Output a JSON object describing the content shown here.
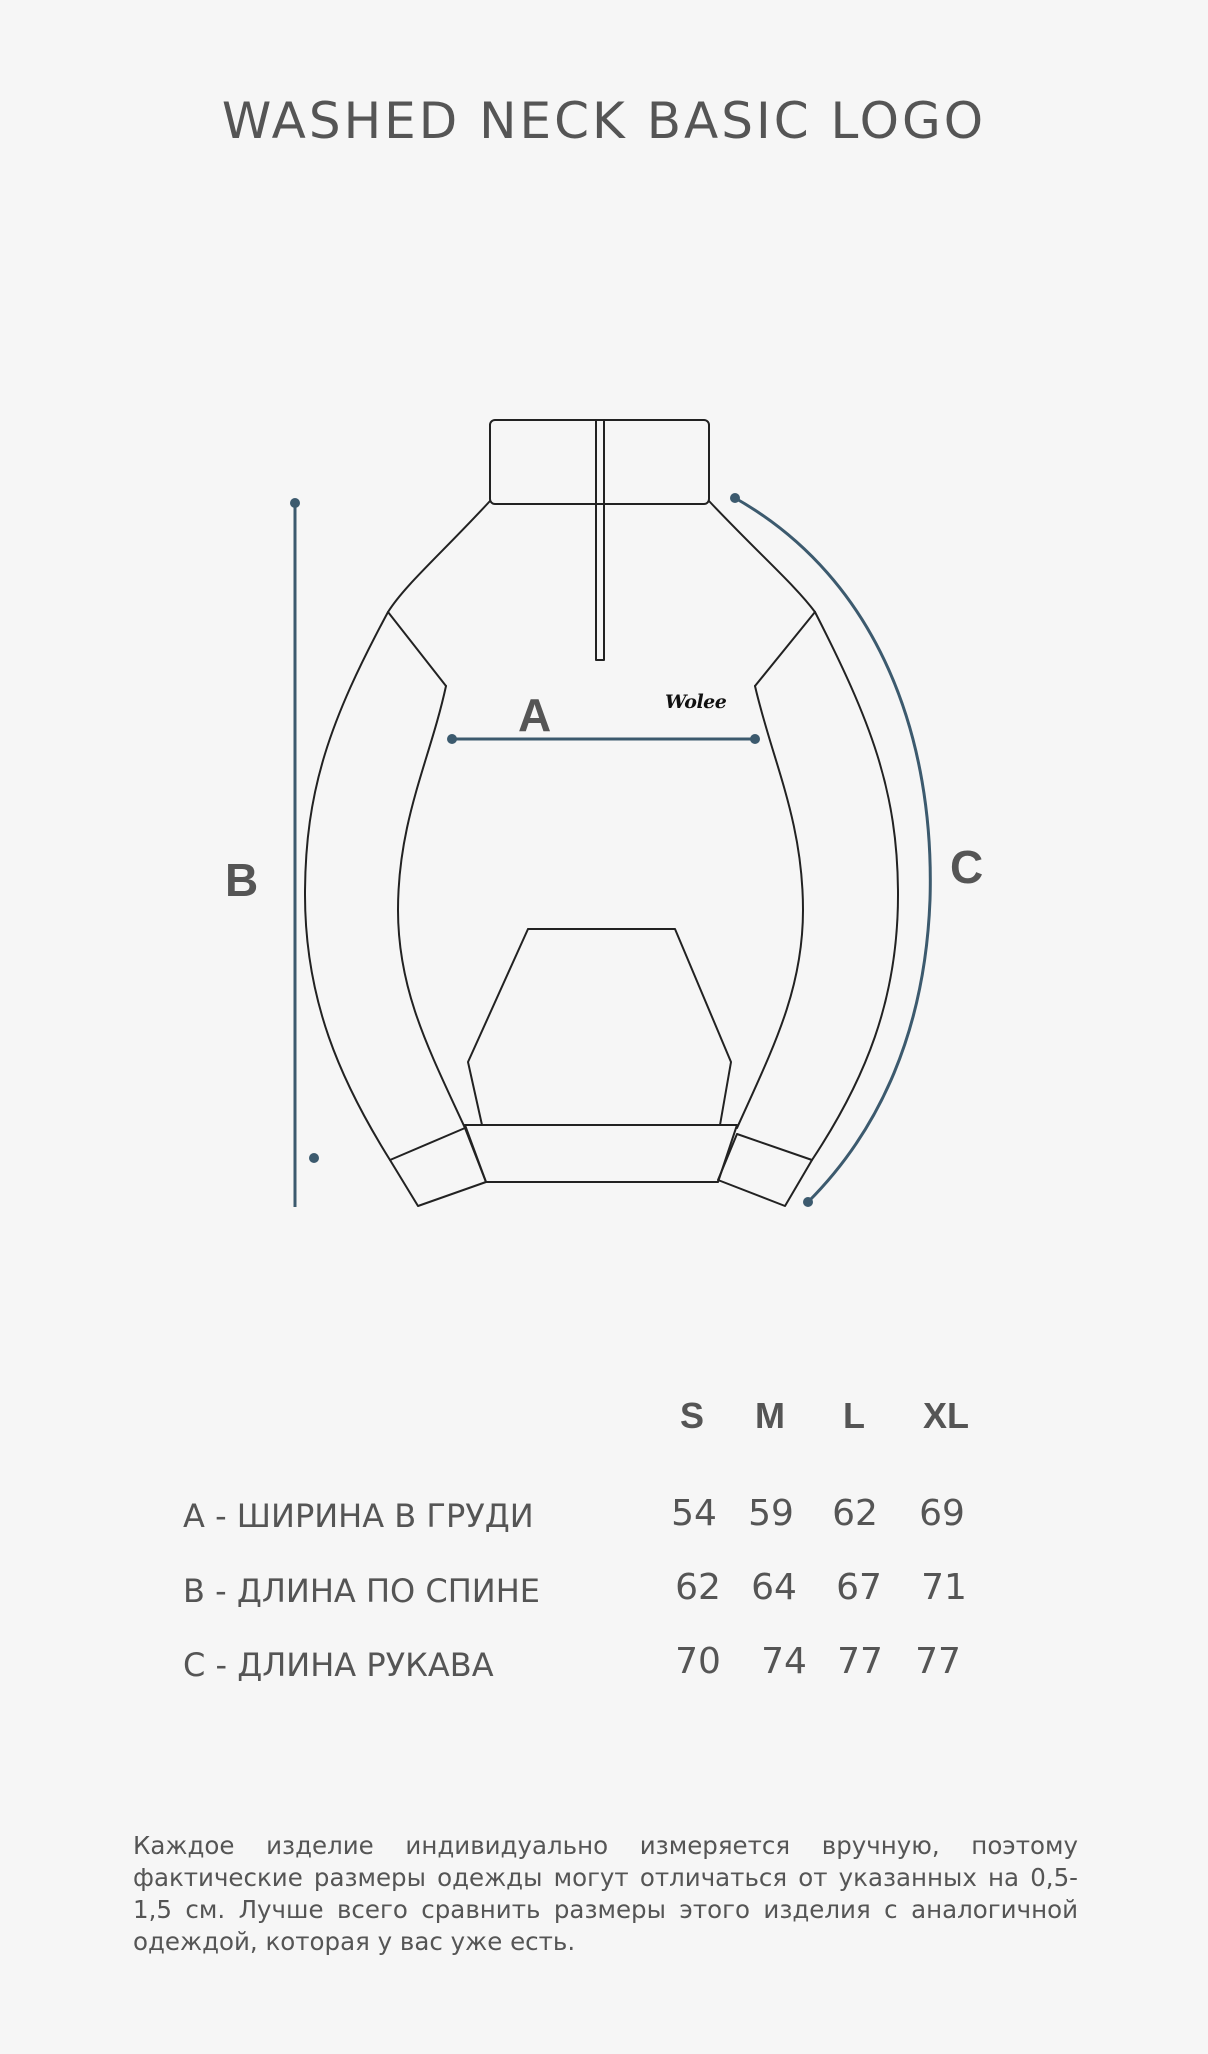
{
  "title": "WASHED NECK BASIC LOGO",
  "diagram": {
    "brand": "Wolee",
    "dim_a": "A",
    "dim_b": "B",
    "dim_c": "C",
    "line_color": "#3c5a6e",
    "outline_color": "#222222"
  },
  "table": {
    "sizes": [
      "S",
      "M",
      "L",
      "XL"
    ],
    "rows": [
      {
        "label": "A - ШИРИНА В ГРУДИ",
        "values": [
          "54",
          "59",
          "62",
          "69"
        ]
      },
      {
        "label": "B - ДЛИНА ПО СПИНЕ",
        "values": [
          "62",
          "64",
          "67",
          "71"
        ]
      },
      {
        "label": "С - ДЛИНА РУКАВА",
        "values": [
          "70",
          "74",
          "77",
          "77"
        ]
      }
    ]
  },
  "note": "Каждое изделие индивидуально измеряется вручную, поэтому фактические размеры одежды могут отличаться от указанных на 0,5-1,5 см. Лучше всего сравнить размеры этого изделия с аналогичной одеждой, которая у вас уже есть."
}
